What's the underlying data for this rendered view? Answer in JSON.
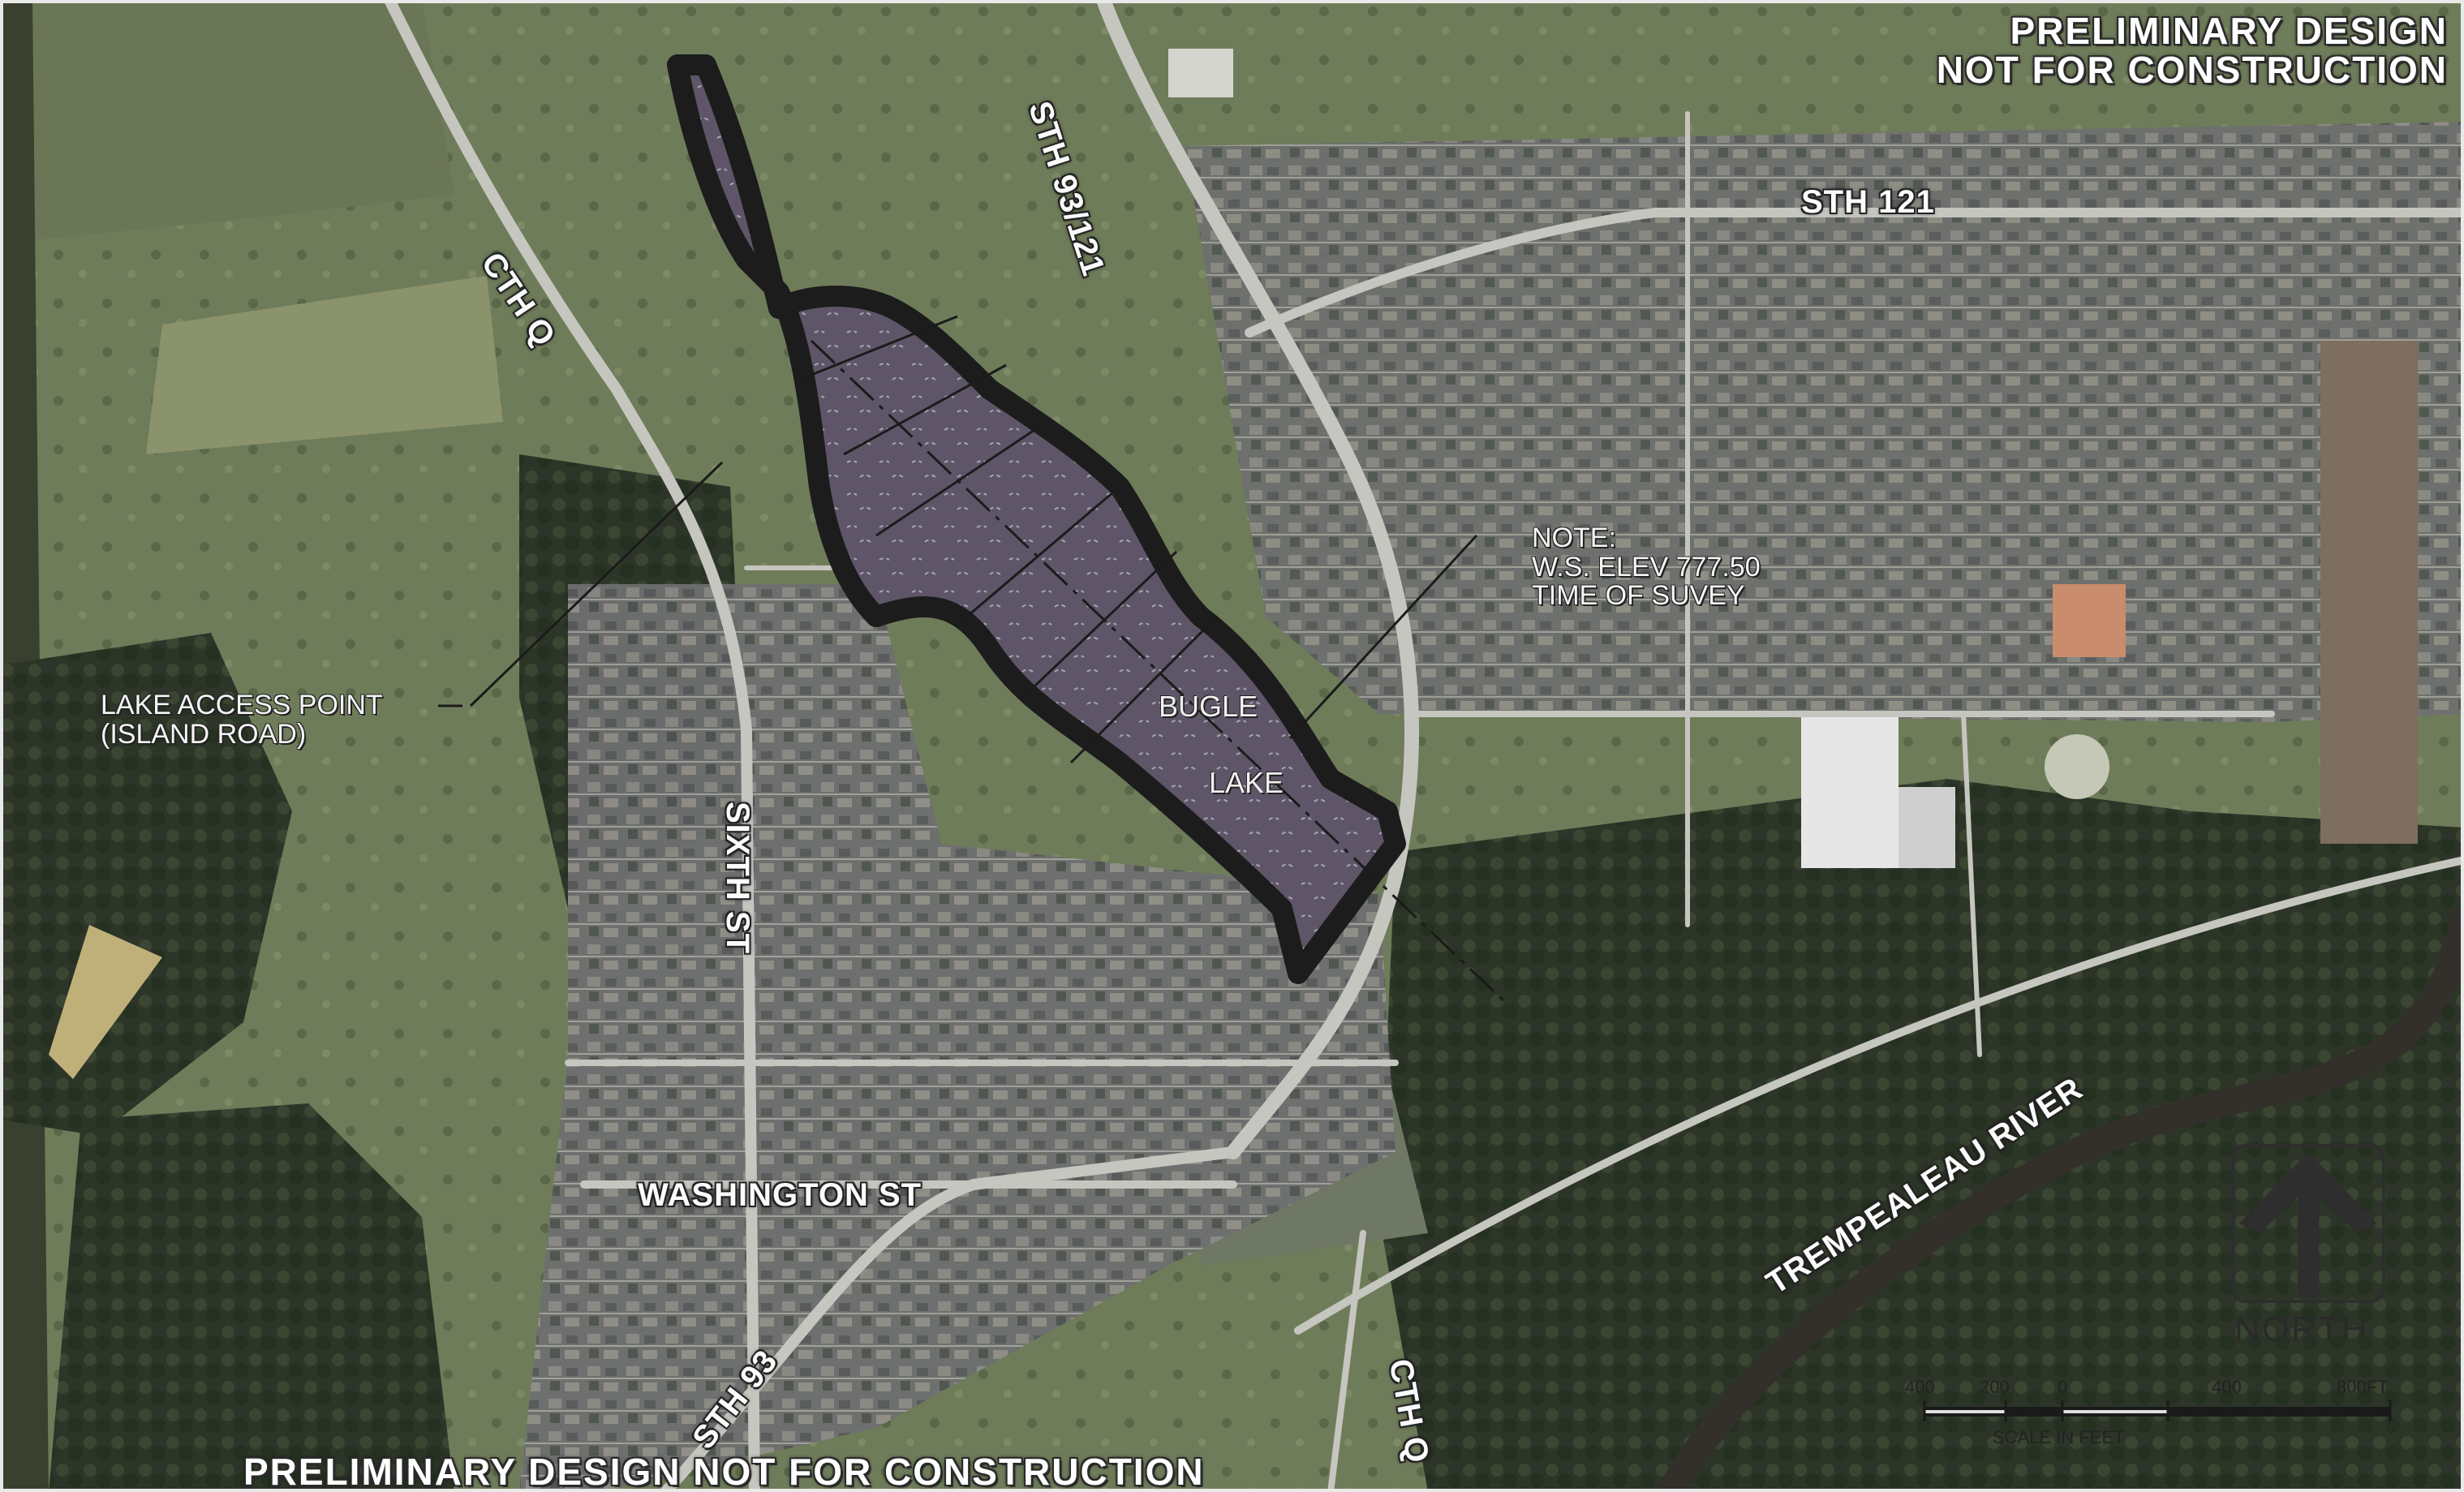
{
  "banner_top": {
    "line1": "PRELIMINARY DESIGN",
    "line2": "NOT  FOR  CONSTRUCTION"
  },
  "banner_bottom": "PRELIMINARY DESIGN NOT  FOR  CONSTRUCTION",
  "roads": {
    "sth_93_121": "STH 93/121",
    "sth_121": "STH 121",
    "cth_q_north": "CTH Q",
    "sixth_st": "SIXTH ST",
    "washington_st": "WASHINGTON ST",
    "sth_93": "STH 93",
    "cth_q_south": "CTH Q",
    "river": "TREMPEALEAU RIVER"
  },
  "lake_label": {
    "line1": "BUGLE",
    "line2": "LAKE"
  },
  "callouts": {
    "access_line1": "LAKE ACCESS POINT",
    "access_line2": "(ISLAND ROAD)",
    "note_title": "NOTE:",
    "note_line1": "W.S. ELEV 777.50",
    "note_line2": "TIME OF SUVEY"
  },
  "north_arrow": {
    "label": "NORTH"
  },
  "scale_bar": {
    "ticks": [
      "400",
      "200",
      "0",
      "400",
      "800FT"
    ],
    "caption": "SCALE IN FEET"
  },
  "colors": {
    "farmland": "#6d7a59",
    "forest": "#2b3326",
    "town": "#6b6b6d",
    "road": "#c7c7c2",
    "lake_fill": "#5f5669",
    "outline": "#1c1c1c"
  }
}
